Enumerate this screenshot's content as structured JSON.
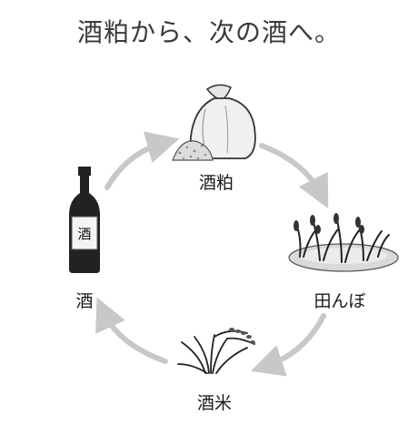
{
  "title": "酒粕から、次の酒へ。",
  "nodes": {
    "sake_lees": {
      "label": "酒粕",
      "icon": "sake-lees-sack-icon"
    },
    "rice_paddy": {
      "label": "田んぼ",
      "icon": "rice-paddy-icon"
    },
    "sake_rice": {
      "label": "酒米",
      "icon": "rice-plant-icon"
    },
    "sake": {
      "label": "酒",
      "icon": "sake-bottle-icon",
      "bottle_label": "酒"
    }
  },
  "colors": {
    "arrow": "#c8c8c8",
    "ink": "#1a1a1a",
    "title": "#3a3a3a"
  }
}
